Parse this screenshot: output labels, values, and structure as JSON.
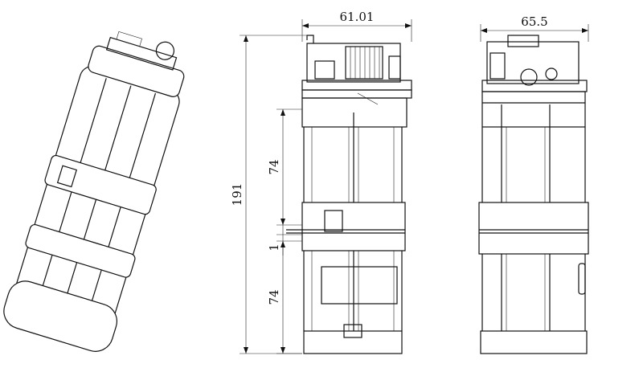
{
  "dimensions": {
    "front_width": "61.01",
    "side_width": "65.5",
    "total_height": "191",
    "upper_cell_height": "74",
    "lower_cell_height": "74",
    "gap": "1"
  }
}
